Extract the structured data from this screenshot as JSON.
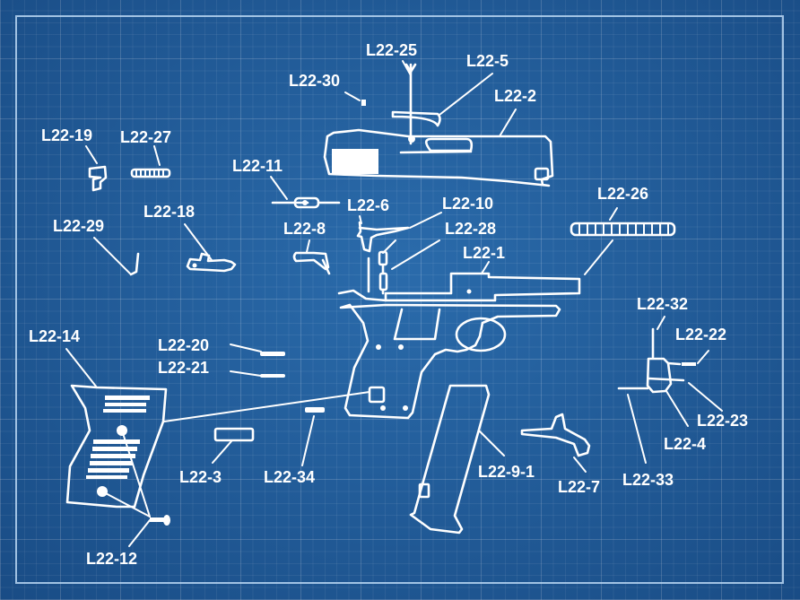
{
  "diagram": {
    "title": "",
    "style": "blueprint exploded parts view",
    "colors": {
      "background": "#215f9c",
      "ink": "#ffffff",
      "frame": "#b9d6f2"
    },
    "parts": [
      {
        "id": "L22-25",
        "label": "L22-25",
        "depicts": "firing pin"
      },
      {
        "id": "L22-5",
        "label": "L22-5",
        "depicts": "extractor"
      },
      {
        "id": "L22-30",
        "label": "L22-30",
        "depicts": "small pin"
      },
      {
        "id": "L22-2",
        "label": "L22-2",
        "depicts": "slide"
      },
      {
        "id": "L22-19",
        "label": "L22-19",
        "depicts": "small bracket"
      },
      {
        "id": "L22-27",
        "label": "L22-27",
        "depicts": "spring"
      },
      {
        "id": "L22-11",
        "label": "L22-11",
        "depicts": "pin assembly"
      },
      {
        "id": "L22-29",
        "label": "L22-29",
        "depicts": "wire spring"
      },
      {
        "id": "L22-18",
        "label": "L22-18",
        "depicts": "lever"
      },
      {
        "id": "L22-6",
        "label": "L22-6",
        "depicts": "hammer"
      },
      {
        "id": "L22-10",
        "label": "L22-10",
        "depicts": "pin"
      },
      {
        "id": "L22-28",
        "label": "L22-28",
        "depicts": "spring pin"
      },
      {
        "id": "L22-8",
        "label": "L22-8",
        "depicts": "safety lever"
      },
      {
        "id": "L22-26",
        "label": "L22-26",
        "depicts": "recoil spring"
      },
      {
        "id": "L22-1",
        "label": "L22-1",
        "depicts": "barrel"
      },
      {
        "id": "L22-14",
        "label": "L22-14",
        "depicts": "grip panel"
      },
      {
        "id": "L22-20",
        "label": "L22-20",
        "depicts": "pin"
      },
      {
        "id": "L22-21",
        "label": "L22-21",
        "depicts": "pin"
      },
      {
        "id": "L22-32",
        "label": "L22-32",
        "depicts": "pin"
      },
      {
        "id": "L22-22",
        "label": "L22-22",
        "depicts": "pin"
      },
      {
        "id": "L22-23",
        "label": "L22-23",
        "depicts": "pin"
      },
      {
        "id": "L22-4",
        "label": "L22-4",
        "depicts": "block"
      },
      {
        "id": "L22-33",
        "label": "L22-33",
        "depicts": "pin"
      },
      {
        "id": "L22-3",
        "label": "L22-3",
        "depicts": "bushing"
      },
      {
        "id": "L22-34",
        "label": "L22-34",
        "depicts": "small spring"
      },
      {
        "id": "L22-9-1",
        "label": "L22-9-1",
        "depicts": "magazine"
      },
      {
        "id": "L22-7",
        "label": "L22-7",
        "depicts": "trigger bar"
      },
      {
        "id": "L22-12",
        "label": "L22-12",
        "depicts": "grip screw"
      }
    ]
  }
}
